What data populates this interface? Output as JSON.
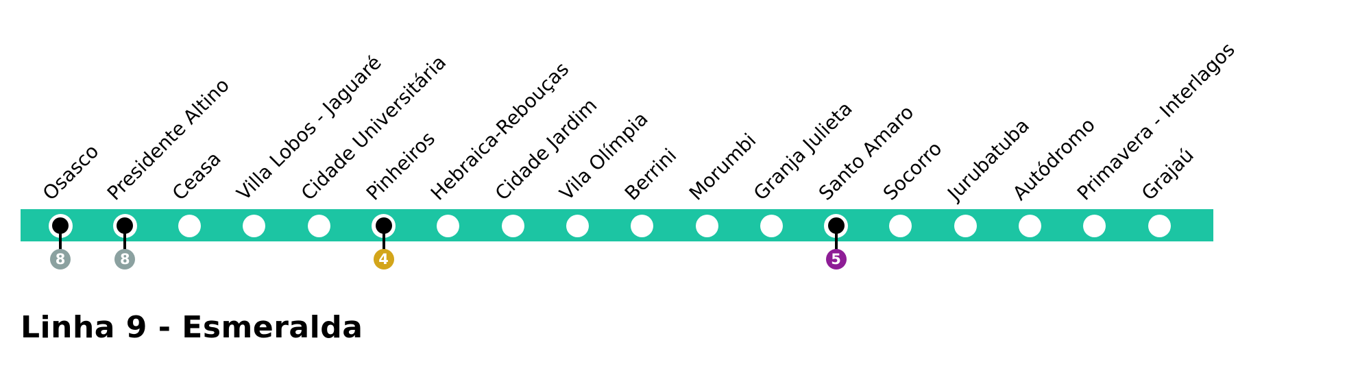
{
  "title": {
    "text": "Linha 9 - Esmeralda"
  },
  "line": {
    "name": "Linha 9 - Esmeralda",
    "color": "#1cc5a3"
  },
  "stations": [
    {
      "name": "Osasco",
      "interchange": true,
      "badge": "8",
      "badge_color": "#8ba1a0"
    },
    {
      "name": "Presidente Altino",
      "interchange": true,
      "badge": "8",
      "badge_color": "#8ba1a0"
    },
    {
      "name": "Ceasa",
      "interchange": false,
      "badge": null,
      "badge_color": null
    },
    {
      "name": "Villa Lobos - Jaguaré",
      "interchange": false,
      "badge": null,
      "badge_color": null
    },
    {
      "name": "Cidade Universitária",
      "interchange": false,
      "badge": null,
      "badge_color": null
    },
    {
      "name": "Pinheiros",
      "interchange": true,
      "badge": "4",
      "badge_color": "#d3a51a"
    },
    {
      "name": "Hebraica-Rebouças",
      "interchange": false,
      "badge": null,
      "badge_color": null
    },
    {
      "name": "Cidade Jardim",
      "interchange": false,
      "badge": null,
      "badge_color": null
    },
    {
      "name": "Vila Olímpia",
      "interchange": false,
      "badge": null,
      "badge_color": null
    },
    {
      "name": "Berrini",
      "interchange": false,
      "badge": null,
      "badge_color": null
    },
    {
      "name": "Morumbi",
      "interchange": false,
      "badge": null,
      "badge_color": null
    },
    {
      "name": "Granja Julieta",
      "interchange": false,
      "badge": null,
      "badge_color": null
    },
    {
      "name": "Santo Amaro",
      "interchange": true,
      "badge": "5",
      "badge_color": "#8e1d96"
    },
    {
      "name": "Socorro",
      "interchange": false,
      "badge": null,
      "badge_color": null
    },
    {
      "name": "Jurubatuba",
      "interchange": false,
      "badge": null,
      "badge_color": null
    },
    {
      "name": "Autódromo",
      "interchange": false,
      "badge": null,
      "badge_color": null
    },
    {
      "name": "Primavera - Interlagos",
      "interchange": false,
      "badge": null,
      "badge_color": null
    },
    {
      "name": "Grajaú",
      "interchange": false,
      "badge": null,
      "badge_color": null
    }
  ]
}
